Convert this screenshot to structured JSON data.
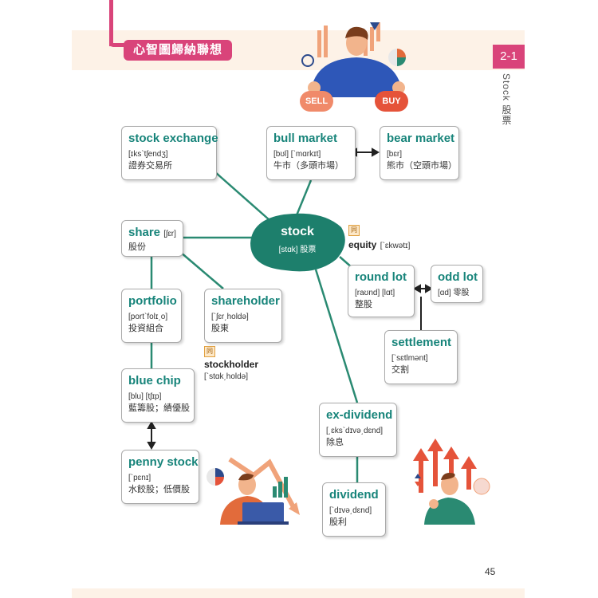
{
  "header": {
    "section_title": "心智圖歸納聯想",
    "chapter_number": "2-1",
    "chapter_title": "Stock 股票"
  },
  "illustration": {
    "sell_label": "SELL",
    "buy_label": "BUY"
  },
  "center": {
    "term": "stock",
    "ipa": "[stɑk]",
    "zh": "股票"
  },
  "nodes": {
    "stock_exchange": {
      "term": "stock exchange",
      "ipa": "[ɪks`tʃendʒ]",
      "zh": "證券交易所"
    },
    "bull_market": {
      "term": "bull market",
      "ipa": "[bʊl] [`mɑrkɪt]",
      "zh": "牛市（多頭市場）"
    },
    "bear_market": {
      "term": "bear market",
      "ipa": "[bɛr]",
      "zh": "熊市（空頭市場）"
    },
    "share": {
      "term": "share",
      "ipa": "[ʃɛr]",
      "zh": "股份"
    },
    "portfolio": {
      "term": "portfolio",
      "ipa": "[port`folɪ͵o]",
      "zh": "投資組合"
    },
    "shareholder": {
      "term": "shareholder",
      "ipa": "[`ʃɛr͵holdə]",
      "zh": "股東"
    },
    "blue_chip": {
      "term": "blue chip",
      "ipa": "[blu] [tʃɪp]",
      "zh": "藍籌股；績優股"
    },
    "penny_stock": {
      "term": "penny stock",
      "ipa": "[`pɛnɪ]",
      "zh": "水餃股；低價股"
    },
    "round_lot": {
      "term": "round lot",
      "ipa": "[raʊnd] [lɑt]",
      "zh": "整股"
    },
    "odd_lot": {
      "term": "odd lot",
      "ipa": "[ɑd]",
      "zh": "零股"
    },
    "settlement": {
      "term": "settlement",
      "ipa": "[`sɛtlmənt]",
      "zh": "交割"
    },
    "ex_dividend": {
      "term": "ex-dividend",
      "ipa": "[͵ɛks`dɪvə͵dɛnd]",
      "zh": "除息"
    },
    "dividend": {
      "term": "dividend",
      "ipa": "[`dɪvə͵dɛnd]",
      "zh": "股利"
    }
  },
  "synonyms": {
    "badge": "同",
    "equity": {
      "term": "equity",
      "ipa": "[`ɛkwətɪ]"
    },
    "stockholder": {
      "term": "stockholder",
      "ipa": "[`stɑk͵holdə]"
    }
  },
  "page_number": "45",
  "colors": {
    "accent_pink": "#d9447a",
    "term_teal": "#17847a",
    "connector": "#2a8a72",
    "center_blob": "#1d7f6c",
    "band": "#fdf2e7"
  }
}
